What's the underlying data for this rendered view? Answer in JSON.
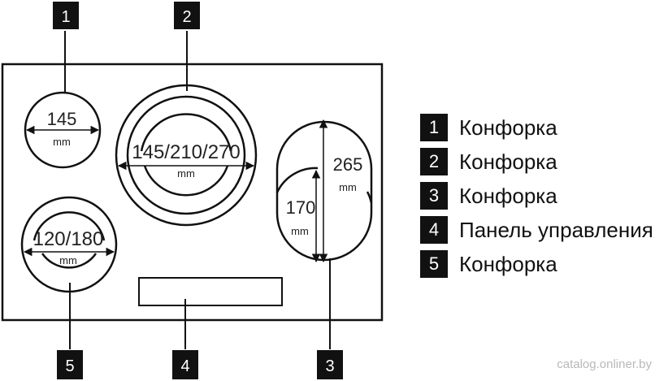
{
  "callouts": [
    "1",
    "2",
    "3",
    "4",
    "5"
  ],
  "burners": {
    "b1": {
      "size": "145",
      "unit": "mm"
    },
    "b2": {
      "size": "145/210/270",
      "unit": "mm"
    },
    "b3": {
      "size_outer": "265",
      "unit_outer": "mm",
      "size_inner": "170",
      "unit_inner": "mm"
    },
    "b5": {
      "size": "120/180",
      "unit": "mm"
    }
  },
  "legend": [
    {
      "num": "1",
      "label": "Конфорка"
    },
    {
      "num": "2",
      "label": "Конфорка"
    },
    {
      "num": "3",
      "label": "Конфорка"
    },
    {
      "num": "4",
      "label": "Панель управления"
    },
    {
      "num": "5",
      "label": "Конфорка"
    }
  ],
  "watermark": "catalog.onliner.by"
}
